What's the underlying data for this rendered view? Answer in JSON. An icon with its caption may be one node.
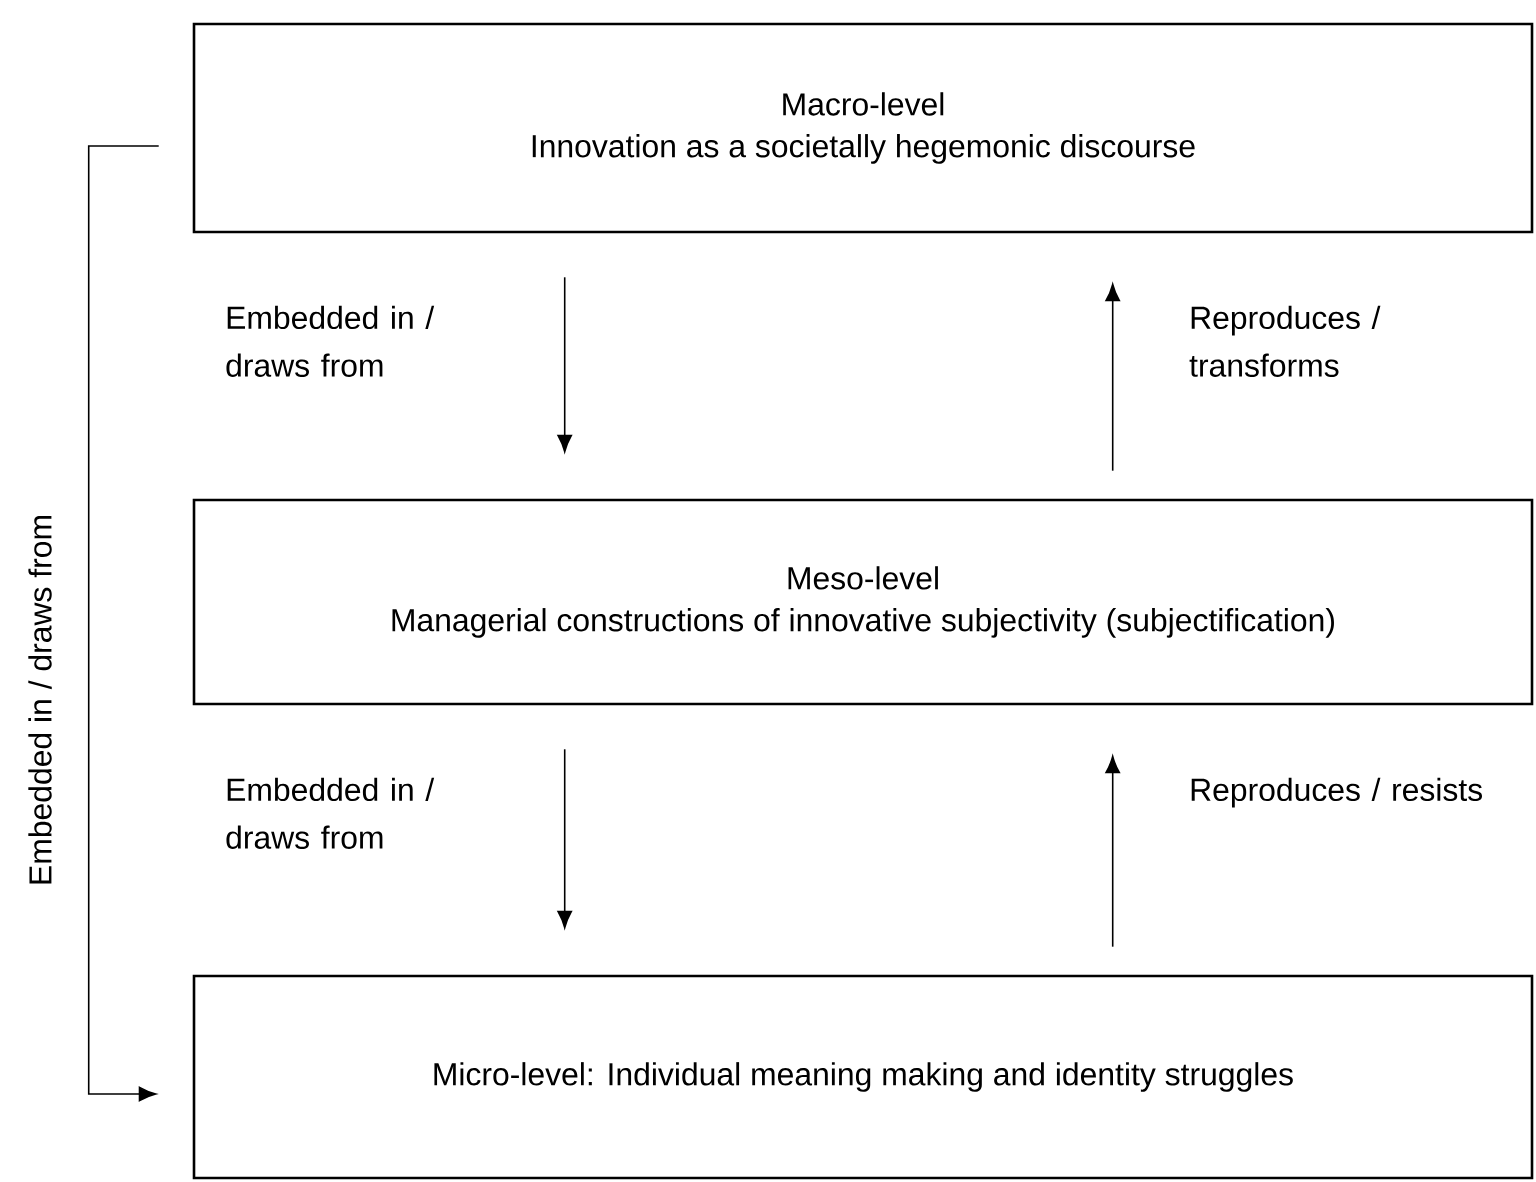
{
  "diagram": {
    "nodes": [
      {
        "text": [
          "Macro-level",
          "Innovation as a societally hegemonic discourse"
        ]
      },
      {
        "text": [
          "Meso-level",
          "Managerial constructions of innovative subjectivity (subjectification)"
        ]
      },
      {
        "text": [
          "Micro-level:  Individual meaning making and identity struggles"
        ]
      }
    ],
    "edges": [
      {
        "from": 0,
        "to": 1,
        "arrow": "to",
        "label": "Embedded in / draws from"
      },
      {
        "from": 1,
        "to": 0,
        "arrow": "to",
        "label": "Reproduces / transforms"
      },
      {
        "from": 1,
        "to": 2,
        "arrow": "to",
        "label": "Embedded in / draws from"
      },
      {
        "from": 2,
        "to": 1,
        "arrow": "to",
        "label": "Reproduces / resists"
      },
      {
        "from": 0,
        "to": 2,
        "arrow": "to",
        "label": "Embedded in / draws from"
      }
    ]
  }
}
